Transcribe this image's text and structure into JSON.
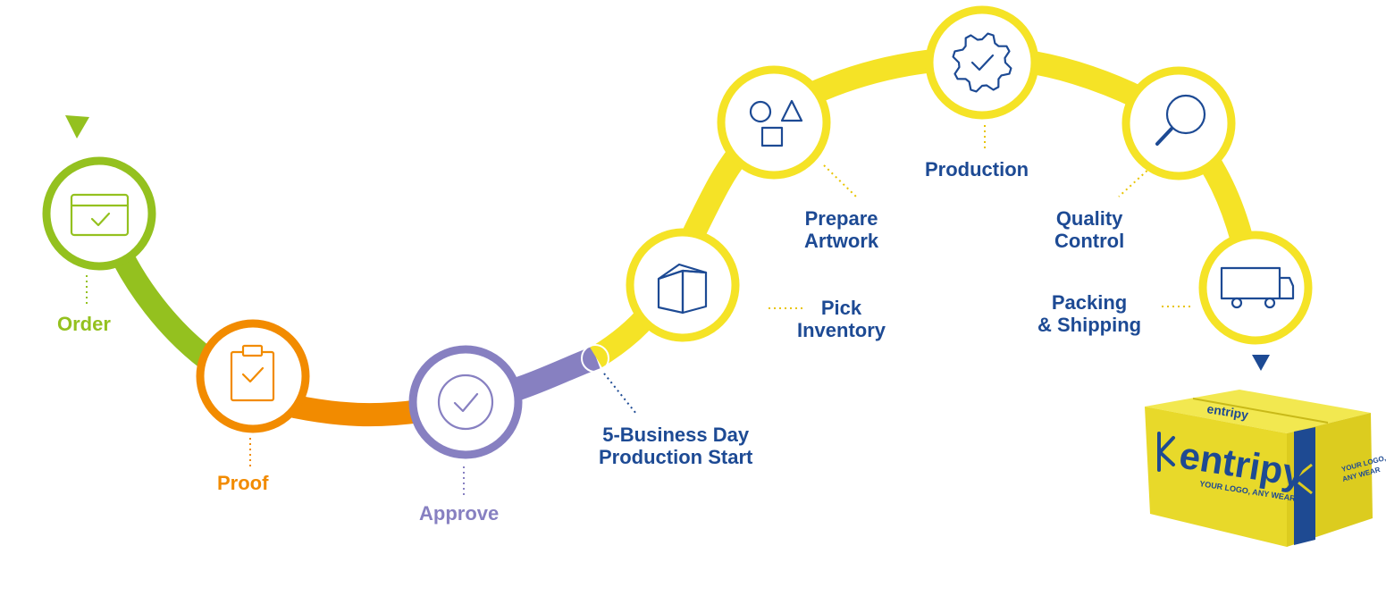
{
  "colors": {
    "order": "#94c11f",
    "proof": "#f28b00",
    "approve": "#8780c1",
    "yellow": "#f5e326",
    "navy": "#1d4a94",
    "box_yellow": "#e8d92a",
    "box_navy": "#1e4a92"
  },
  "steps": [
    {
      "id": "order",
      "label": "Order",
      "icon": "window-check-icon"
    },
    {
      "id": "proof",
      "label": "Proof",
      "icon": "clipboard-check-icon"
    },
    {
      "id": "approve",
      "label": "Approve",
      "icon": "circle-check-icon"
    },
    {
      "id": "pick",
      "label_lines": [
        "Pick",
        "Inventory"
      ],
      "icon": "box-icon"
    },
    {
      "id": "prepare",
      "label_lines": [
        "Prepare",
        "Artwork"
      ],
      "icon": "shapes-icon"
    },
    {
      "id": "production",
      "label": "Production",
      "icon": "gear-check-icon"
    },
    {
      "id": "quality",
      "label_lines": [
        "Quality",
        "Control"
      ],
      "icon": "magnifier-icon"
    },
    {
      "id": "packing",
      "label_lines": [
        "Packing",
        "& Shipping"
      ],
      "icon": "truck-icon"
    }
  ],
  "milestone": {
    "label_lines": [
      "5-Business Day",
      "Production Start"
    ]
  },
  "box": {
    "brand": "entripy",
    "tagline": "YOUR LOGO, ANY WEAR",
    "side_text_lines": [
      "YOUR LOGO,",
      "ANY WEAR"
    ]
  }
}
